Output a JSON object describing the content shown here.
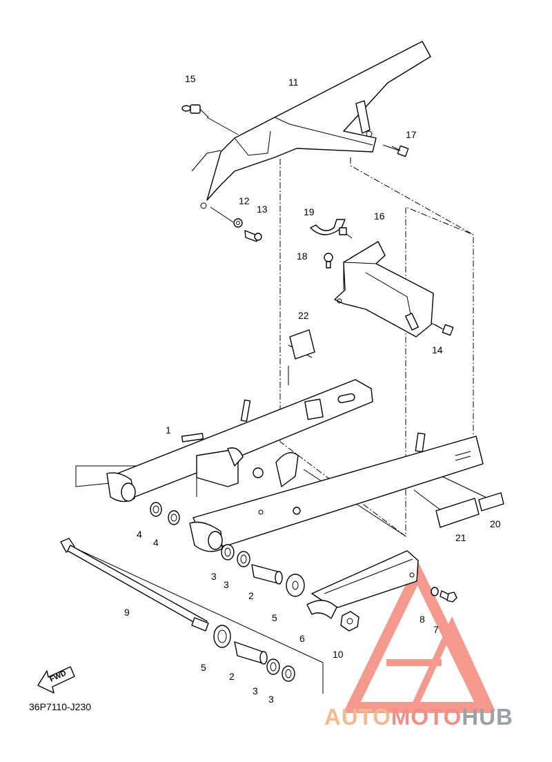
{
  "diagram": {
    "code": "36P7110-J230",
    "fwd_label": "FWD",
    "labels": [
      "1",
      "2",
      "2",
      "3",
      "3",
      "3",
      "3",
      "4",
      "4",
      "5",
      "5",
      "6",
      "7",
      "8",
      "9",
      "10",
      "11",
      "12",
      "13",
      "14",
      "15",
      "16",
      "17",
      "18",
      "19",
      "20",
      "21",
      "22"
    ]
  },
  "watermark": {
    "part1": "AUTO",
    "part2": "MOTO",
    "part3": "HUB",
    "colors": {
      "orange": "#f6b98f",
      "red": "#f38e84",
      "gray": "#9aa2a8"
    }
  }
}
